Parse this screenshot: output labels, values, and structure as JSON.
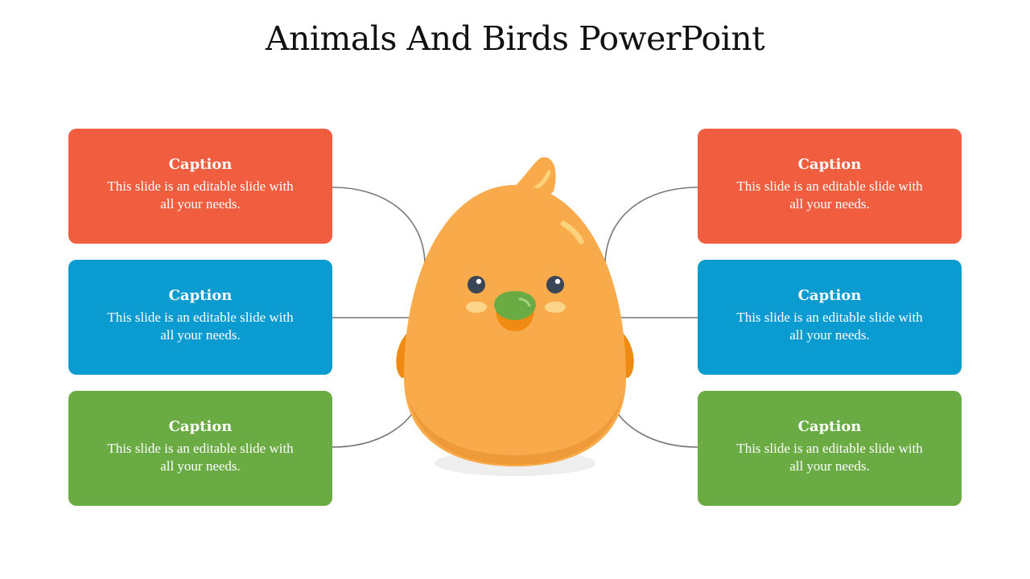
{
  "title": "Animals And Birds PowerPoint",
  "boxes": [
    {
      "caption": "Caption",
      "text": "This slide is an editable slide with all your needs.",
      "color": "#f15d3f"
    },
    {
      "caption": "Caption",
      "text": "This slide is an editable slide with all your needs.",
      "color": "#0a9bd1"
    },
    {
      "caption": "Caption",
      "text": "This slide is an editable slide with all your needs.",
      "color": "#6aab44"
    },
    {
      "caption": "Caption",
      "text": "This slide is an editable slide with all your needs.",
      "color": "#f15d3f"
    },
    {
      "caption": "Caption",
      "text": "This slide is an editable slide with all your needs.",
      "color": "#0a9bd1"
    },
    {
      "caption": "Caption",
      "text": "This slide is an editable slide with all your needs.",
      "color": "#6aab44"
    }
  ],
  "illustration": {
    "icon": "chick-bird-icon",
    "body_color": "#f9aa4a",
    "beak_color": "#6aab44"
  }
}
